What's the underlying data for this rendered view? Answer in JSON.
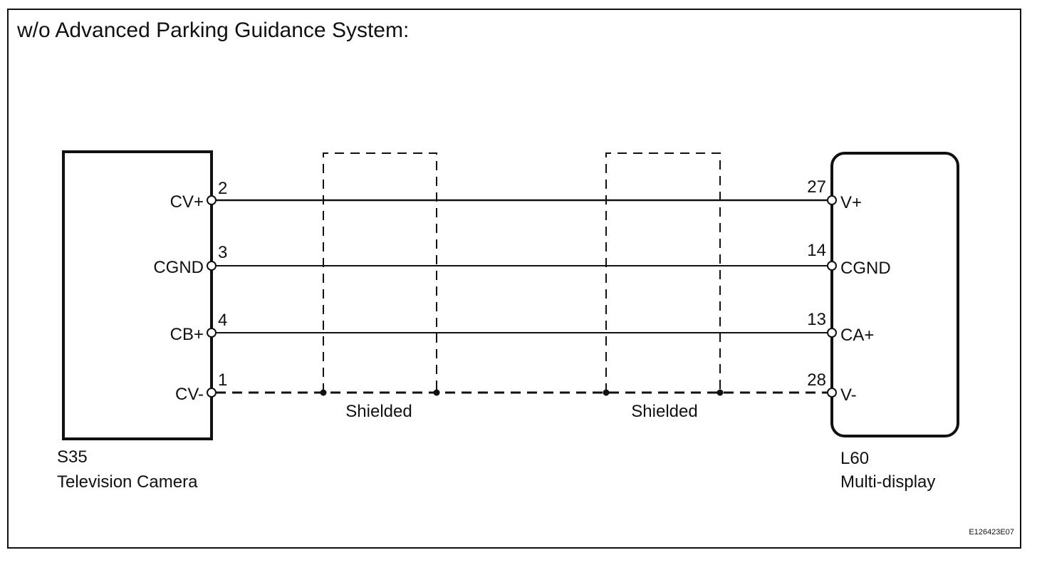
{
  "title": "w/o Advanced Parking Guidance System:",
  "left_component": {
    "code": "S35",
    "name": "Television Camera"
  },
  "right_component": {
    "code": "L60",
    "name": "Multi-display"
  },
  "wires": [
    {
      "left_pin": "2",
      "left_label": "CV+",
      "right_pin": "27",
      "right_label": "V+",
      "style": "solid"
    },
    {
      "left_pin": "3",
      "left_label": "CGND",
      "right_pin": "14",
      "right_label": "CGND",
      "style": "solid"
    },
    {
      "left_pin": "4",
      "left_label": "CB+",
      "right_pin": "13",
      "right_label": "CA+",
      "style": "solid"
    },
    {
      "left_pin": "1",
      "left_label": "CV-",
      "right_pin": "28",
      "right_label": "V-",
      "style": "dashed"
    }
  ],
  "shields": [
    {
      "label": "Shielded"
    },
    {
      "label": "Shielded"
    }
  ],
  "figure_id": "E126423E07"
}
